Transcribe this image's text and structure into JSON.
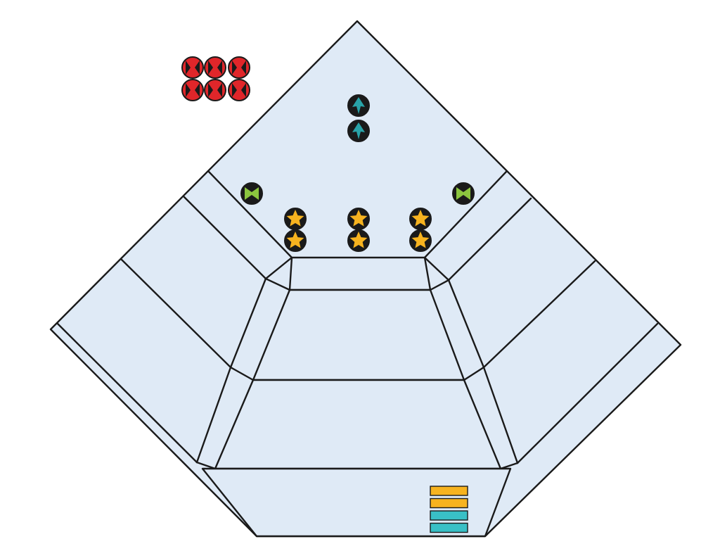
{
  "board": {
    "surface_color": "#dfeaf6",
    "line_color": "#1a1a1a"
  },
  "tokens": {
    "red": {
      "symbol": "x-mark",
      "count": 6,
      "color": "#e0262a",
      "ring": "#1a1a1a"
    },
    "teal": {
      "symbol": "up-arrow",
      "count": 2,
      "color": "#29a3a8",
      "ring": "#1a1a1a"
    },
    "green": {
      "symbol": "bowtie",
      "count": 2,
      "color": "#8cc63f",
      "ring": "#1a1a1a"
    },
    "gold": {
      "symbol": "star",
      "count": 6,
      "color": "#f7b31f",
      "ring": "#1a1a1a"
    }
  },
  "bars": [
    {
      "name": "bar-gold-1",
      "color": "#f7b31f"
    },
    {
      "name": "bar-gold-2",
      "color": "#f7b31f"
    },
    {
      "name": "bar-teal-1",
      "color": "#39c0c6"
    },
    {
      "name": "bar-teal-2",
      "color": "#39c0c6"
    }
  ]
}
